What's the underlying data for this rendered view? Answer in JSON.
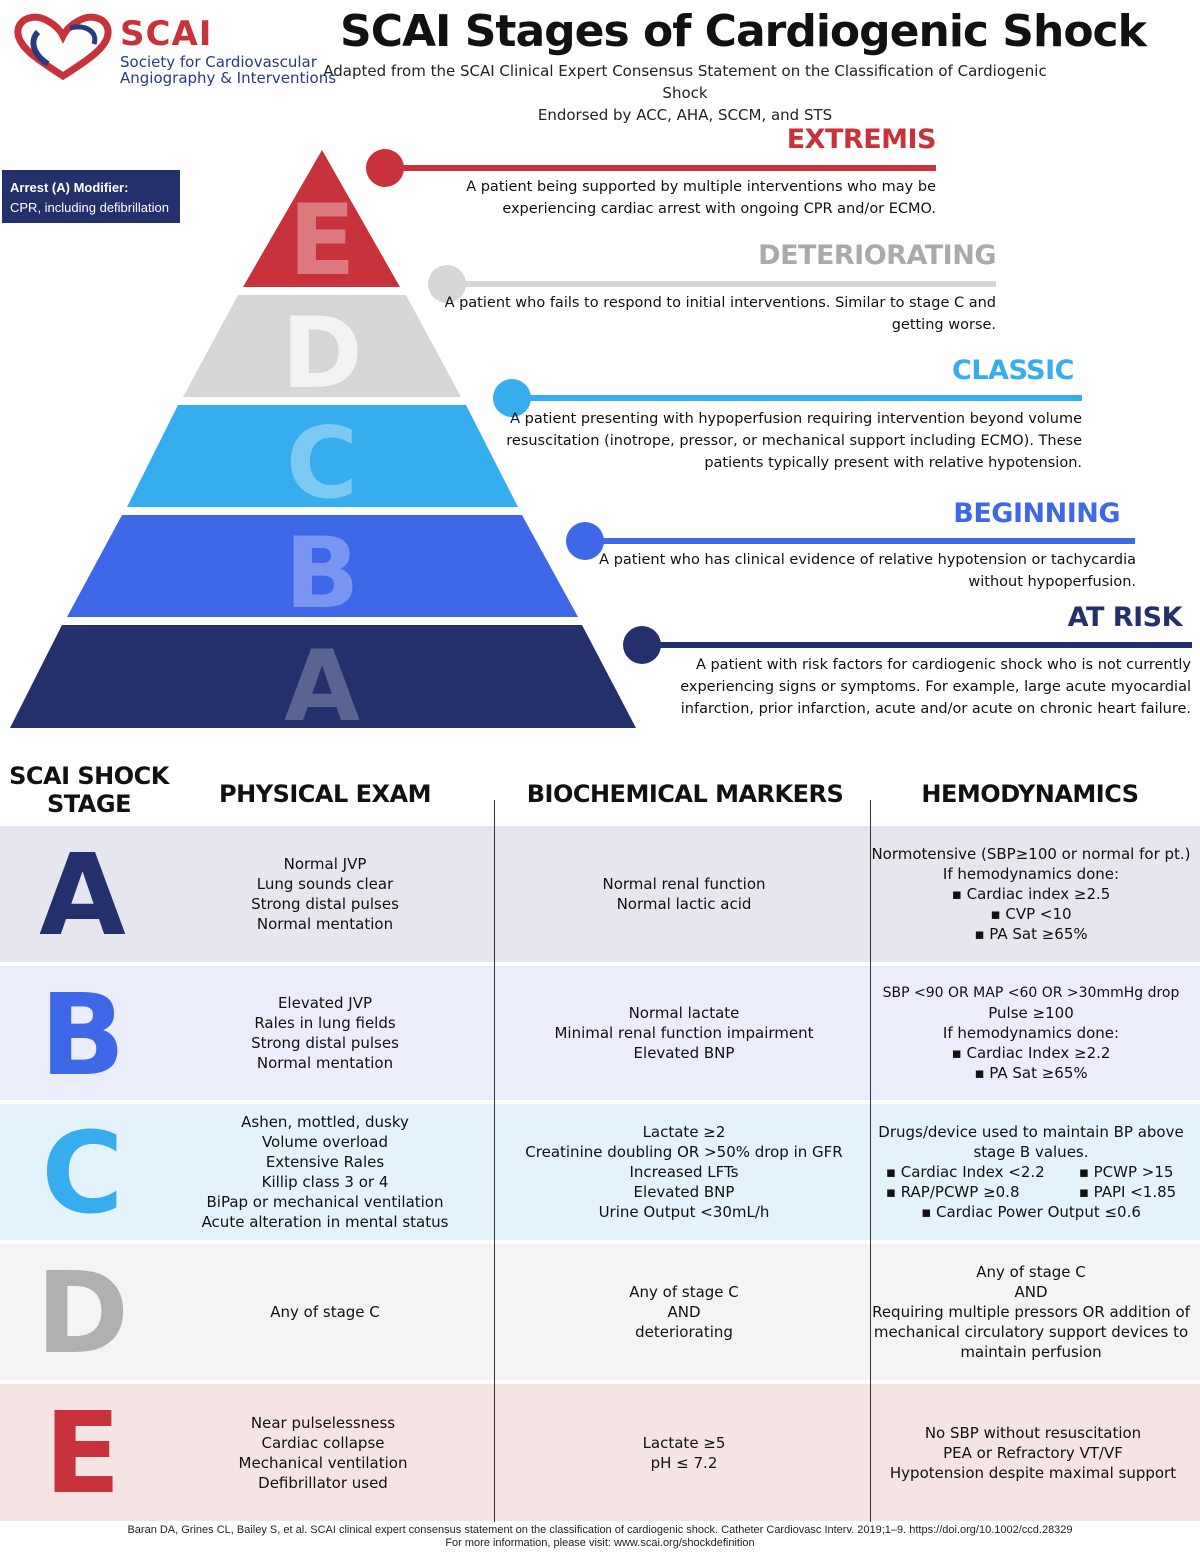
{
  "header": {
    "logo_text": "SCAI",
    "logo_sub_1": "Society for Cardiovascular",
    "logo_sub_2": "Angiography & Interventions",
    "title": "SCAI Stages of Cardiogenic Shock",
    "subtitle_1": "Adapted from the SCAI Clinical Expert Consensus Statement on the Classification of Cardiogenic Shock",
    "subtitle_2": "Endorsed by ACC, AHA, SCCM, and STS"
  },
  "modifier": {
    "title": "Arrest (A) Modifier:",
    "text": "CPR, including defibrillation"
  },
  "colors": {
    "E": "#c8323a",
    "D": "#d6d6d6",
    "C": "#36adef",
    "B": "#3e68e8",
    "A": "#23306b"
  },
  "pyramid": [
    {
      "letter": "E",
      "name": "EXTREMIS",
      "desc_1": "A patient being supported by multiple interventions who may be",
      "desc_2": "experiencing cardiac arrest with ongoing CPR and/or ECMO."
    },
    {
      "letter": "D",
      "name": "DETERIORATING",
      "desc_1": "A patient who fails to respond to initial interventions. Similar to stage C and",
      "desc_2": "getting worse."
    },
    {
      "letter": "C",
      "name": "CLASSIC",
      "desc_1": "A patient presenting with hypoperfusion requiring intervention beyond volume",
      "desc_2": "resuscitation (inotrope, pressor, or mechanical support including ECMO). These",
      "desc_3": "patients typically present with relative hypotension."
    },
    {
      "letter": "B",
      "name": "BEGINNING",
      "desc_1": "A patient who has clinical evidence of relative hypotension or tachycardia",
      "desc_2": "without hypoperfusion."
    },
    {
      "letter": "A",
      "name": "AT RISK",
      "desc_1": "A patient with risk factors for cardiogenic shock who is not currently",
      "desc_2": "experiencing signs or symptoms. For example, large acute myocardial",
      "desc_3": "infarction, prior infarction, acute and/or acute on chronic heart failure."
    }
  ],
  "table": {
    "headers": {
      "stage_1": "SCAI SHOCK",
      "stage_2": "STAGE",
      "exam": "PHYSICAL EXAM",
      "markers": "BIOCHEMICAL MARKERS",
      "hemo": "HEMODYNAMICS"
    },
    "rows": [
      {
        "letter": "A",
        "exam": [
          "Normal JVP",
          "Lung sounds clear",
          "Strong distal pulses",
          "Normal mentation"
        ],
        "markers": [
          "Normal renal function",
          "Normal lactic acid"
        ],
        "hemo": [
          "Normotensive (SBP≥100 or normal for pt.)",
          "If hemodynamics done:",
          "▪ Cardiac index ≥2.5",
          "▪ CVP <10",
          "▪ PA Sat ≥65%"
        ]
      },
      {
        "letter": "B",
        "exam": [
          "Elevated JVP",
          "Rales in lung fields",
          "Strong distal pulses",
          "Normal mentation"
        ],
        "markers": [
          "Normal lactate",
          "Minimal renal function impairment",
          "Elevated BNP"
        ],
        "hemo": [
          "SBP <90  OR  MAP <60  OR  >30mmHg drop",
          "Pulse ≥100",
          "If hemodynamics done:",
          "▪ Cardiac Index ≥2.2",
          "▪ PA Sat ≥65%"
        ]
      },
      {
        "letter": "C",
        "exam": [
          "Ashen, mottled, dusky",
          "Volume overload",
          "Extensive Rales",
          "Killip class 3 or 4",
          "BiPap or mechanical ventilation",
          "Acute alteration in mental status"
        ],
        "markers": [
          "Lactate ≥2",
          "Creatinine doubling  OR  >50% drop in GFR",
          "Increased LFTs",
          "Elevated BNP",
          "Urine Output <30mL/h"
        ],
        "hemo_top": [
          "Drugs/device used to maintain BP above",
          "stage B values."
        ],
        "hemo_grid": [
          "▪ Cardiac Index <2.2",
          "▪ PCWP >15",
          "▪ RAP/PCWP ≥0.8",
          "▪ PAPI <1.85"
        ],
        "hemo_bottom": "▪ Cardiac Power Output ≤0.6"
      },
      {
        "letter": "D",
        "exam": [
          "Any of stage C"
        ],
        "markers": [
          "Any of stage C",
          "AND",
          "deteriorating"
        ],
        "hemo": [
          "Any of stage C",
          "AND",
          "Requiring multiple pressors OR addition of",
          "mechanical circulatory support devices to",
          "maintain perfusion"
        ]
      },
      {
        "letter": "E",
        "exam": [
          "Near pulselessness",
          "Cardiac collapse",
          "Mechanical ventilation",
          "Defibrillator used"
        ],
        "markers": [
          "Lactate ≥5",
          "pH ≤ 7.2"
        ],
        "hemo": [
          "No SBP without resuscitation",
          "PEA or Refractory VT/VF",
          "Hypotension despite maximal support"
        ]
      }
    ]
  },
  "footer": {
    "citation": "Baran DA, Grines CL, Bailey S, et al. SCAI clinical expert consensus statement on the classification of cardiogenic shock. Catheter Cardiovasc Interv. 2019;1–9. https://doi.org/10.1002/ccd.28329",
    "more_info": "For more information, please visit: www.scai.org/shockdefinition"
  }
}
